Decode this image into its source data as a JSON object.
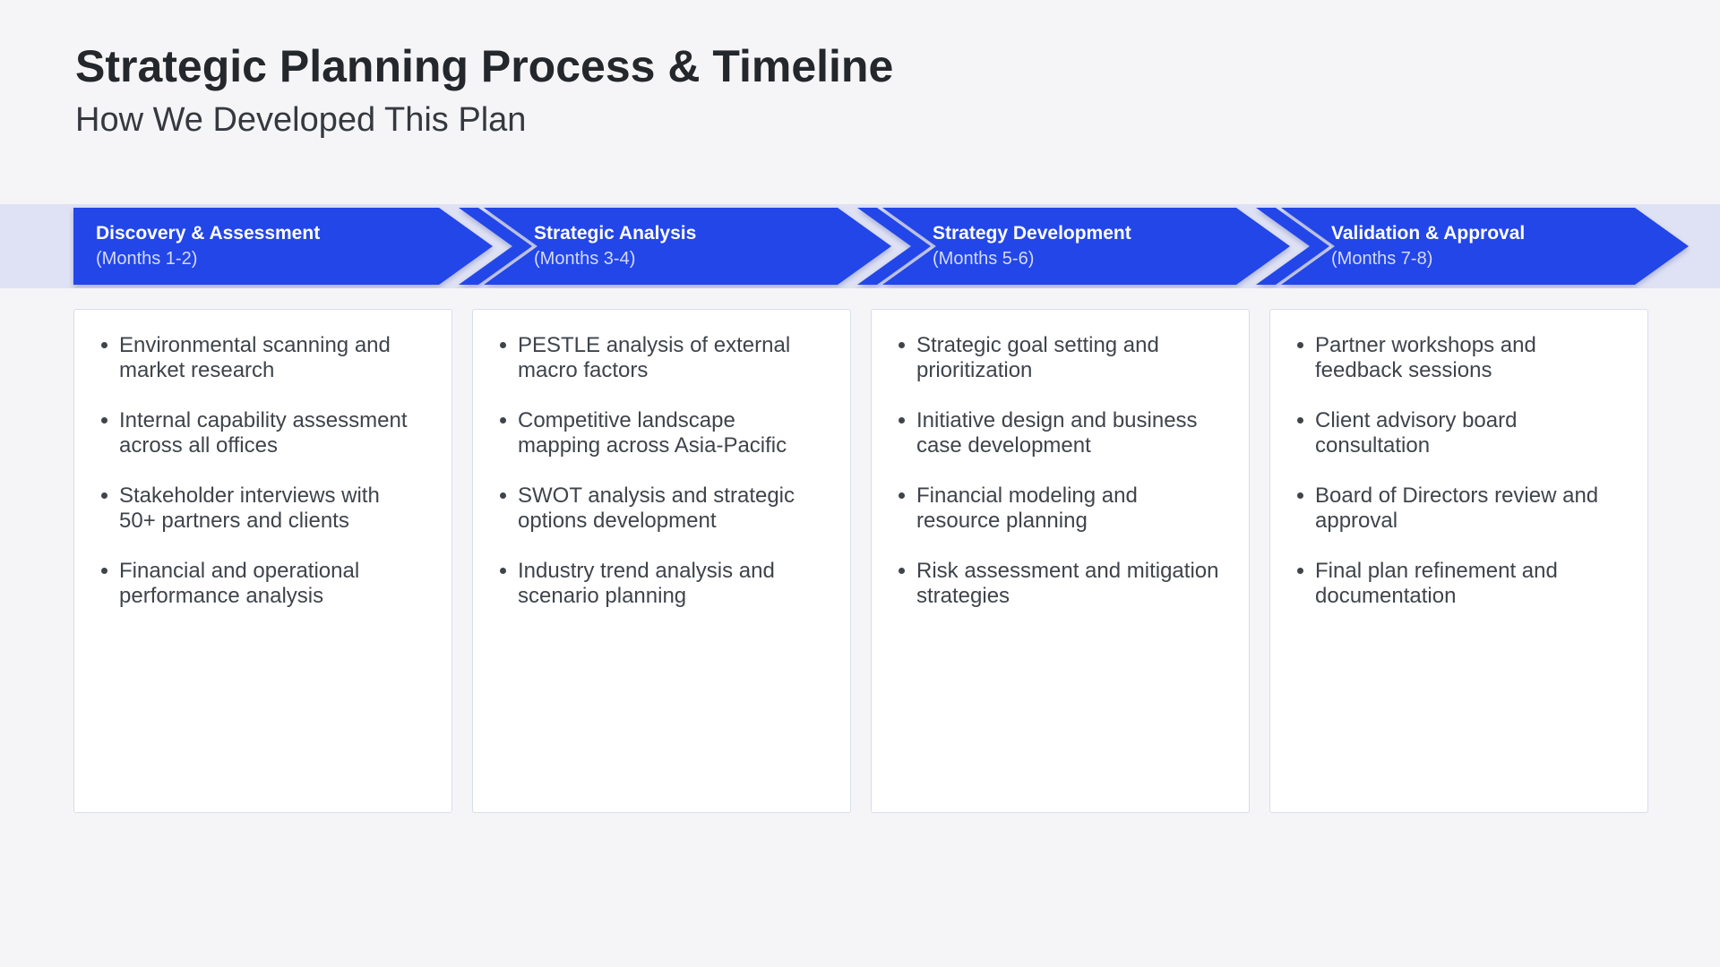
{
  "header": {
    "title": "Strategic Planning Process & Timeline",
    "subtitle": "How We Developed This Plan"
  },
  "phases": [
    {
      "name": "Discovery & Assessment",
      "months": "(Months 1-2)",
      "bullets": [
        "Environmental scanning and\nmarket research",
        "Internal capability assessment\nacross all offices",
        "Stakeholder interviews with\n50+ partners and clients",
        "Financial and operational\nperformance analysis"
      ]
    },
    {
      "name": "Strategic Analysis",
      "months": "(Months 3-4)",
      "bullets": [
        "PESTLE analysis of external\nmacro factors",
        "Competitive landscape\nmapping across Asia-Pacific",
        "SWOT analysis and strategic\noptions development",
        "Industry trend analysis and\nscenario planning"
      ]
    },
    {
      "name": "Strategy Development",
      "months": "(Months 5-6)",
      "bullets": [
        "Strategic goal setting and\nprioritization",
        "Initiative design and business\ncase development",
        "Financial modeling and\nresource planning",
        "Risk assessment and mitigation\nstrategies"
      ]
    },
    {
      "name": "Validation & Approval",
      "months": "(Months 7-8)",
      "bullets": [
        "Partner workshops and\nfeedback sessions",
        "Client advisory board\nconsultation",
        "Board of Directors review and\napproval",
        "Final plan refinement and\ndocumentation"
      ]
    }
  ],
  "colors": {
    "arrow_blue": "#2346e8",
    "band_bg": "#dfe2f4",
    "page_bg": "#f5f5f7",
    "card_bg": "#ffffff",
    "card_border": "#d8ddef",
    "title_color": "#24272b",
    "subtitle_color": "#35393f",
    "bullet_color": "#3f444b",
    "months_color": "#d3daf6"
  }
}
